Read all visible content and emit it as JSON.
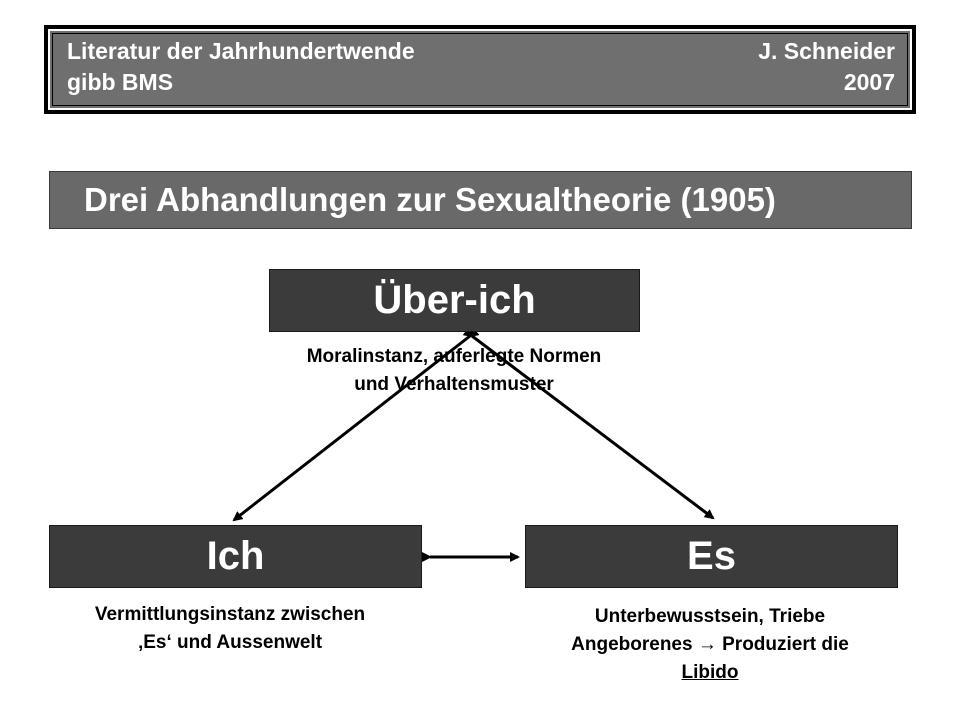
{
  "header": {
    "top_left": "Literatur der Jahrhundertwende",
    "bottom_left": "gibb BMS",
    "top_right": "J. Schneider",
    "bottom_right": "2007"
  },
  "title": "Drei Abhandlungen zur Sexualtheorie (1905)",
  "nodes": {
    "ueberich": {
      "label": "Über-ich",
      "desc_line1": "Moralinstanz, auferlegte Normen",
      "desc_line2": "und Verhaltensmuster"
    },
    "ich": {
      "label": "Ich",
      "desc_line1": "Vermittlungsinstanz zwischen",
      "desc_line2": "‚Es‘ und Aussenwelt"
    },
    "es": {
      "label": "Es",
      "desc_line1": "Unterbewusstsein, Triebe",
      "desc_line2_prefix": "Angeborenes ",
      "desc_arrow": "→",
      "desc_line2_suffix": " Produziert die",
      "desc_line3": "Libido"
    }
  },
  "colors": {
    "header_bg": "#6f6f6f",
    "title_bg": "#696969",
    "box_bg": "#3b3b3b",
    "arrow": "#000000"
  }
}
